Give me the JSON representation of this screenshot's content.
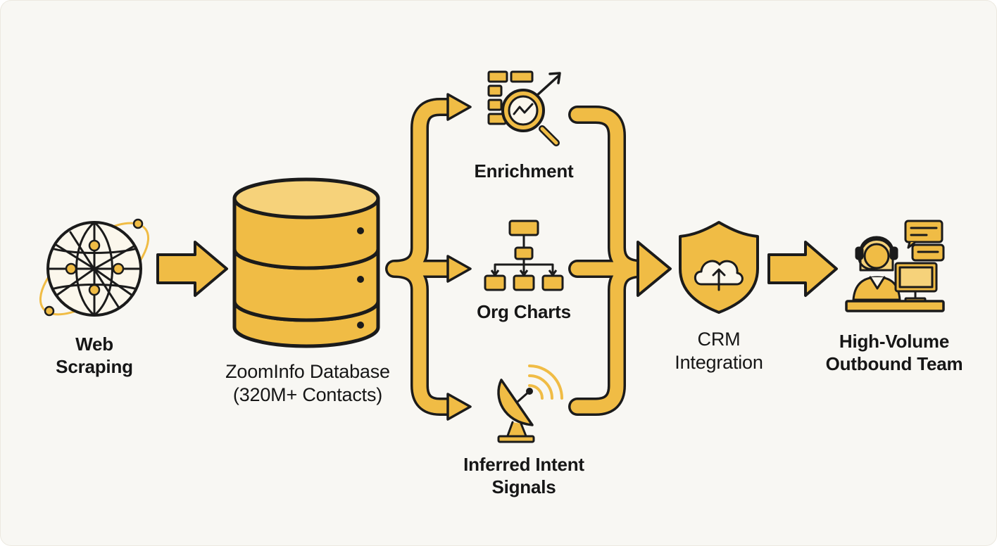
{
  "colors": {
    "accent": "#f0bc45",
    "accent_light": "#f6d27a",
    "stroke": "#1b1b1b",
    "background": "#f8f7f3"
  },
  "nodes": {
    "web_scraping": {
      "line1": "Web",
      "line2": "Scraping",
      "icon": "globe-network-icon"
    },
    "database": {
      "line1": "ZoomInfo Database",
      "line2": "(320M+ Contacts)",
      "icon": "database-icon"
    },
    "enrichment": {
      "label": "Enrichment",
      "icon": "grid-magnifier-trend-icon"
    },
    "org_charts": {
      "label": "Org Charts",
      "icon": "org-chart-icon"
    },
    "intent": {
      "line1": "Inferred Intent",
      "line2": "Signals",
      "icon": "satellite-dish-icon"
    },
    "crm": {
      "line1": "CRM",
      "line2": "Integration",
      "icon": "shield-cloud-upload-icon"
    },
    "team": {
      "line1": "High-Volume",
      "line2": "Outbound Team",
      "icon": "call-center-agent-icon"
    }
  }
}
